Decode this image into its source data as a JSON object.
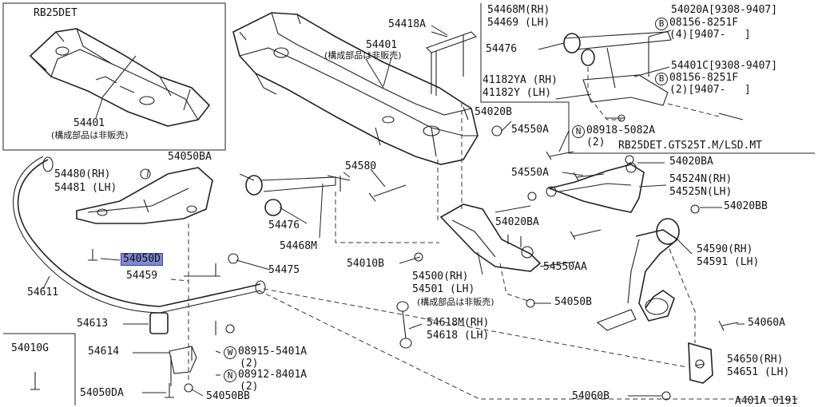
{
  "inset_title": "RB25DET",
  "footer_code": "A401A 0191",
  "not_sold_note": "(構成部品は非販売)",
  "highlight_color": "#7f88d6",
  "symbols": {
    "b": "B",
    "n": "N",
    "w": "W"
  },
  "parts": {
    "p54401_inset": "54401",
    "p54401_main": "54401",
    "p54418A": "54418A",
    "p54468M": "54468M(RH)",
    "p54469": "54469 (LH)",
    "p54476_top": "54476",
    "p54020A": "54020A[9308-9407]",
    "p08156_a": "08156-8251F",
    "p08156_a_qty": "(4)[9407-   ]",
    "p54401C": "54401C[9308-9407]",
    "p08156_b": "08156-8251F",
    "p08156_b_qty": "(2)[9407-   ]",
    "p41182YA": "41182YA (RH)",
    "p41182Y": "41182Y (LH)",
    "p54020B": "54020B",
    "p54550A_1": "54550A",
    "p08918": "08918-5082A",
    "p08918_qty": "(2)",
    "p_rb25_note": "RB25DET.GTS25T.M/LSD.MT",
    "p54050BA": "54050BA",
    "p54480": "54480(RH)",
    "p54481": "54481 (LH)",
    "p54580": "54580",
    "p54550A_2": "54550A",
    "p54020BA_1": "54020BA",
    "p54524N": "54524N(RH)",
    "p54525N": "54525N(LH)",
    "p54476_mid": "54476",
    "p54468M_mid": "54468M",
    "p54020BA_2": "54020BA",
    "p54020BB": "54020BB",
    "p54050D": "54050D",
    "p54475": "54475",
    "p54010B": "54010B",
    "p54550AA": "54550AA",
    "p54590": "54590(RH)",
    "p54591": "54591 (LH)",
    "p54459": "54459",
    "p54500": "54500(RH)",
    "p54501": "54501 (LH)",
    "p54611": "54611",
    "p54050B": "54050B",
    "p54613": "54613",
    "p54618M": "54618M(RH)",
    "p54618": "54618 (LH)",
    "p54060A": "54060A",
    "p54010G": "54010G",
    "p54614": "54614",
    "p08915": "08915-5401A",
    "p08915_qty": "(2)",
    "p08912": "08912-8401A",
    "p08912_qty": "(2)",
    "p54650": "54650(RH)",
    "p54651": "54651 (LH)",
    "p54050DA": "54050DA",
    "p54050BB": "54050BB",
    "p54060B": "54060B"
  }
}
